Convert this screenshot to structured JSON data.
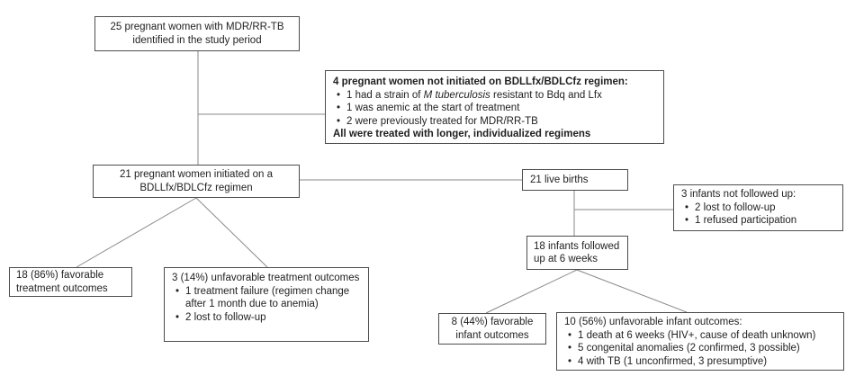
{
  "diagram": {
    "colors": {
      "background": "#ffffff",
      "box_border": "#4d4d4d",
      "connector_line": "#8a8a8a",
      "text": "#1f1f1f"
    },
    "boxes": {
      "identified": {
        "lines": [
          "25 pregnant women with MDR/RR-TB",
          "identified in the study period"
        ]
      },
      "not_initiated": {
        "title": "4 pregnant women not initiated on BDLLfx/BDLCfz regimen:",
        "bullet_strain": {
          "pre": "1 had a strain of ",
          "italic": "M tuberculosis",
          "post": " resistant to Bdq and Lfx"
        },
        "bullets": [
          "1 was anemic at the start of treatment",
          "2 were previously treated for MDR/RR-TB"
        ],
        "footer": "All were treated with longer, individualized regimens"
      },
      "initiated": {
        "lines": [
          "21 pregnant women initiated on a",
          "BDLLfx/BDLCfz regimen"
        ]
      },
      "live_births": {
        "text": "21 live births"
      },
      "not_followed": {
        "title": "3 infants not followed up:",
        "bullets": [
          "2 lost to follow-up",
          "1 refused participation"
        ]
      },
      "followed": {
        "lines": [
          "18 infants followed",
          "up at 6 weeks"
        ]
      },
      "favorable_treatment": {
        "lines": [
          "18 (86%) favorable",
          "treatment outcomes"
        ]
      },
      "unfavorable_treatment": {
        "title": "3 (14%) unfavorable treatment outcomes",
        "bullets": [
          "1 treatment failure (regimen change after 1 month due to anemia)",
          "2 lost to follow-up"
        ]
      },
      "favorable_infant": {
        "lines": [
          "8 (44%) favorable",
          "infant outcomes"
        ]
      },
      "unfavorable_infant": {
        "title": "10 (56%) unfavorable infant outcomes:",
        "bullets": [
          "1 death at 6 weeks (HIV+, cause of death unknown)",
          "5 congenital anomalies (2 confirmed, 3 possible)",
          "4 with TB (1 unconfirmed, 3 presumptive)"
        ]
      }
    }
  }
}
